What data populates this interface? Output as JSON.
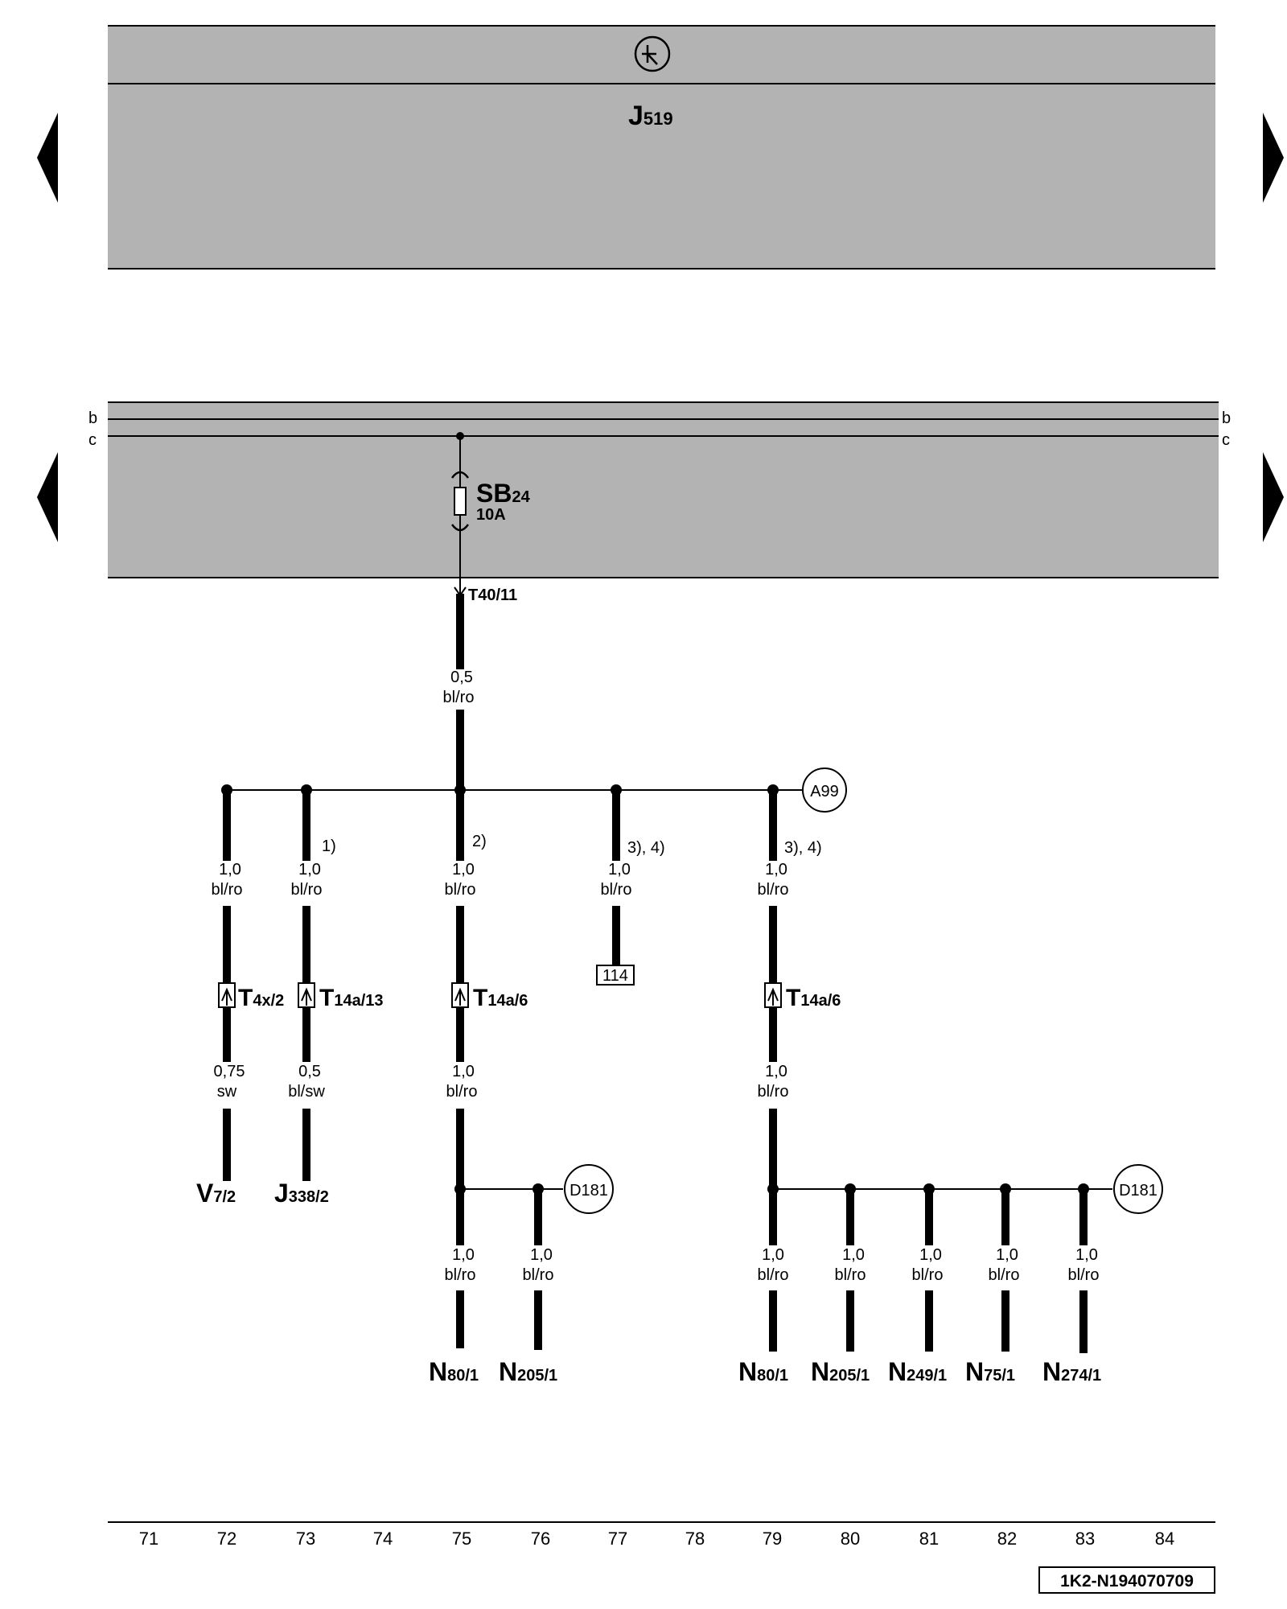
{
  "control_unit": {
    "name_main": "J",
    "name_sub": "519",
    "icon": "light-switch-icon"
  },
  "bus_lines": {
    "b": "b",
    "c": "c"
  },
  "fuse": {
    "name_main": "SB",
    "name_sub": "24",
    "rating": "10A",
    "output_connector": "T40/11"
  },
  "feed_wire": {
    "gauge": "0,5",
    "color": "bl/ro"
  },
  "junction_a": "A99",
  "junction_d": "D181",
  "notes": {
    "n1": "1)",
    "n2": "2)",
    "n3": "3), 4)"
  },
  "branches": [
    {
      "gauge": "1,0",
      "color": "bl/ro",
      "connector": {
        "main": "T",
        "sub": "4x/2"
      },
      "lower_gauge": "0,75",
      "lower_color": "sw",
      "component": {
        "main": "V",
        "sub": "7/2"
      }
    },
    {
      "gauge": "1,0",
      "color": "bl/ro",
      "connector": {
        "main": "T",
        "sub": "14a/13"
      },
      "lower_gauge": "0,5",
      "lower_color": "bl/sw",
      "component": {
        "main": "J",
        "sub": "338/2"
      }
    },
    {
      "gauge": "1,0",
      "color": "bl/ro",
      "connector": {
        "main": "T",
        "sub": "14a/6"
      },
      "lower_gauge": "1,0",
      "lower_color": "bl/ro"
    },
    {
      "gauge": "1,0",
      "color": "bl/ro",
      "ref_box": "114"
    },
    {
      "gauge": "1,0",
      "color": "bl/ro",
      "connector": {
        "main": "T",
        "sub": "14a/6"
      },
      "lower_gauge": "1,0",
      "lower_color": "bl/ro"
    }
  ],
  "left_group": [
    {
      "gauge": "1,0",
      "color": "bl/ro",
      "main": "N",
      "sub": "80/1"
    },
    {
      "gauge": "1,0",
      "color": "bl/ro",
      "main": "N",
      "sub": "205/1"
    }
  ],
  "right_group": [
    {
      "gauge": "1,0",
      "color": "bl/ro",
      "main": "N",
      "sub": "80/1"
    },
    {
      "gauge": "1,0",
      "color": "bl/ro",
      "main": "N",
      "sub": "205/1"
    },
    {
      "gauge": "1,0",
      "color": "bl/ro",
      "main": "N",
      "sub": "249/1"
    },
    {
      "gauge": "1,0",
      "color": "bl/ro",
      "main": "N",
      "sub": "75/1"
    },
    {
      "gauge": "1,0",
      "color": "bl/ro",
      "main": "N",
      "sub": "274/1"
    }
  ],
  "columns": [
    "71",
    "72",
    "73",
    "74",
    "75",
    "76",
    "77",
    "78",
    "79",
    "80",
    "81",
    "82",
    "83",
    "84"
  ],
  "diagram_id": "1K2-N194070709",
  "colors": {
    "panel": "#b3b3b3",
    "ink": "#000000",
    "background": "#ffffff"
  }
}
